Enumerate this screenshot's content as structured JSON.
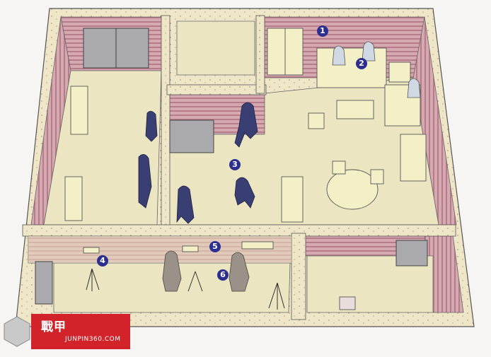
{
  "markers": [
    {
      "id": "marker-1",
      "number": "1"
    },
    {
      "id": "marker-2",
      "number": "2"
    },
    {
      "id": "marker-3",
      "number": "3"
    },
    {
      "id": "marker-4",
      "number": "4"
    },
    {
      "id": "marker-5",
      "number": "5"
    },
    {
      "id": "marker-6",
      "number": "6"
    }
  ],
  "watermark": {
    "main": "戰甲",
    "sub": "JUNPIN360.COM"
  },
  "colors": {
    "floor": "#ebe6c1",
    "wall_top": "#efe6c8",
    "wall_stripe": "#c48d9a",
    "operator": "#3a3f73",
    "civilian": "#9a9188",
    "marker": "#2c2f8f",
    "watermark_red": "#d2232a"
  }
}
